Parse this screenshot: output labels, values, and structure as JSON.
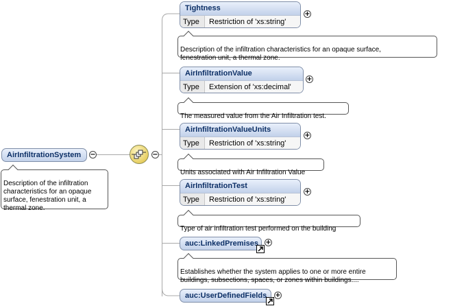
{
  "root": {
    "title": "AirInfiltrationSystem",
    "toggle": "−",
    "doc": "Description of the infiltration\ncharacteristics for an opaque\nsurface, fenestration unit, a\nthermal zone."
  },
  "compositor": {
    "icon": "sequence-compositor-icon",
    "toggle": "−"
  },
  "type_label": "Type",
  "children": [
    {
      "title": "Tightness",
      "type_value": "Restriction of 'xs:string'",
      "doc": "Description of the infiltration characteristics for an opaque surface,\nfenestration unit, a thermal zone.",
      "toggle": "+"
    },
    {
      "title": "AirInfiltrationValue",
      "type_value": "Extension of 'xs:decimal'",
      "doc": "The measured value from the Air Infiltration test.",
      "toggle": "+"
    },
    {
      "title": "AirInfiltrationValueUnits",
      "type_value": "Restriction of 'xs:string'",
      "doc": "Units associated with Air Infiltration Value",
      "toggle": "+"
    },
    {
      "title": "AirInfiltrationTest",
      "type_value": "Restriction of 'xs:string'",
      "doc": "Type of air infiltration test performed on the building",
      "toggle": "+"
    },
    {
      "title": "auc:LinkedPremises",
      "doc": "Establishes whether the system applies to one or more entire\nbuildings, subsections, spaces, or zones within buildings....",
      "toggle": "+",
      "reference_icon": "reference-arrow-icon"
    },
    {
      "title": "auc:UserDefinedFields",
      "toggle": "+",
      "reference_icon": "reference-arrow-icon"
    }
  ],
  "colors": {
    "header_text": "#0c2f66",
    "box_border": "#7f8ea8",
    "connector": "#a8a8a8"
  }
}
